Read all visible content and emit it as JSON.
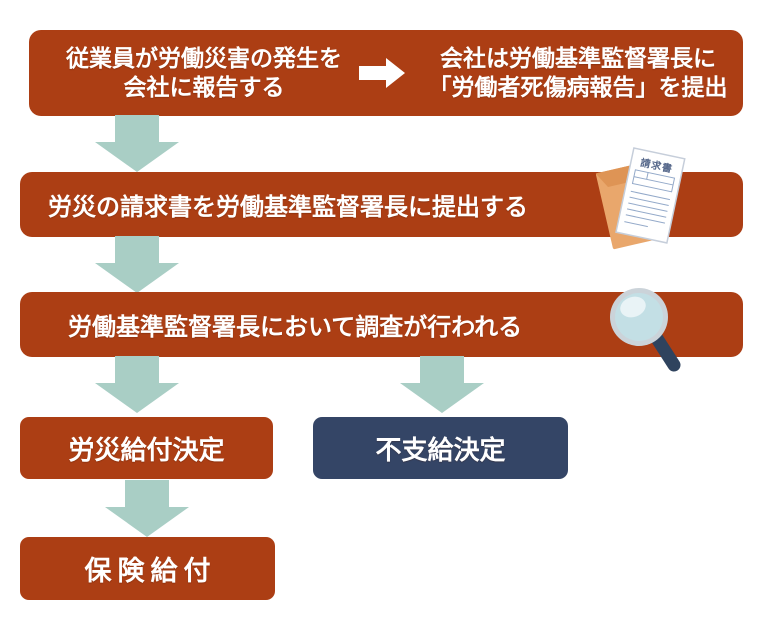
{
  "colors": {
    "primary_red": "#AC3E14",
    "arrow_teal": "#A9CEC5",
    "deny_navy": "#344566",
    "text_white": "#FFFFFF"
  },
  "flow": {
    "step_report": {
      "line1": "従業員が労働災害の発生を",
      "line2": "会社に報告する"
    },
    "step_submit_report": {
      "line1": "会社は労働基準監督署長に",
      "line2": "「労働者死傷病報告」を提出"
    },
    "step_claim": {
      "label": "労災の請求書を労働基準監督署長に提出する"
    },
    "step_investigation": {
      "label": "労働基準監督署長において調査が行われる"
    },
    "decision_grant": {
      "label": "労災給付決定"
    },
    "decision_deny": {
      "label": "不支給決定"
    },
    "result_benefit": {
      "label": "保険給付"
    }
  },
  "icons": {
    "right_arrow": {
      "name": "right-arrow-icon",
      "glyph": "→"
    },
    "down_arrow": {
      "name": "down-arrow-icon",
      "glyph": "⬇"
    },
    "invoice_document": {
      "name": "invoice-document-icon",
      "paper_title": "請求書"
    },
    "magnifier": {
      "name": "magnifying-glass-icon"
    }
  }
}
